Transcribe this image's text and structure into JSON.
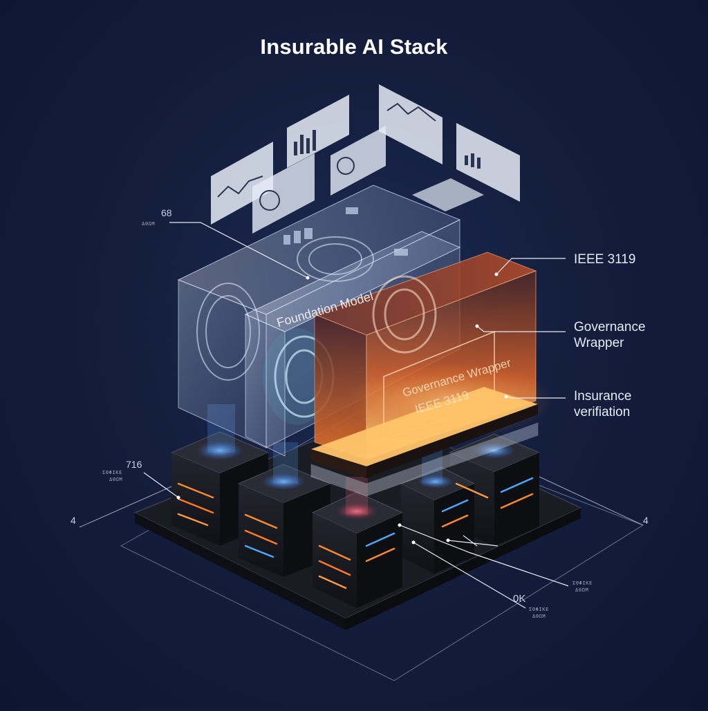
{
  "title": "Insurable AI Stack",
  "layers": {
    "foundation": "Foundation Model",
    "governance_line1": "Governance Wrapper",
    "governance_line2": "IEEE 3119"
  },
  "callouts": {
    "ieee": "IEEE 3119",
    "governance": "Governance\nWrapper",
    "insurance": "Insurance\nverifiation"
  },
  "annotations": {
    "top_left_number": "68",
    "top_left_micro": "ΔΘΩΜ",
    "left_number": "716",
    "left_micro_1": "ΣΘΦΙΚΕ",
    "left_micro_2": "ΔΘΩΜ",
    "edge_left": "4",
    "edge_right": "4",
    "bottom_number": "0K",
    "bottom_micro_1": "ΣΘΦΙΚΕ",
    "bottom_micro_2": "ΔΘΩΜ",
    "right_micro_1": "ΣΘΦΙΚΕ",
    "right_micro_2": "ΔΘΩΜ"
  },
  "colors": {
    "background": "#141e3d",
    "glass": "#b4c6e6",
    "governance_glow": "#ff9a3c",
    "server_body": "#15161c",
    "led_orange": "#ff8a2a",
    "led_blue": "#4aa8ff"
  }
}
